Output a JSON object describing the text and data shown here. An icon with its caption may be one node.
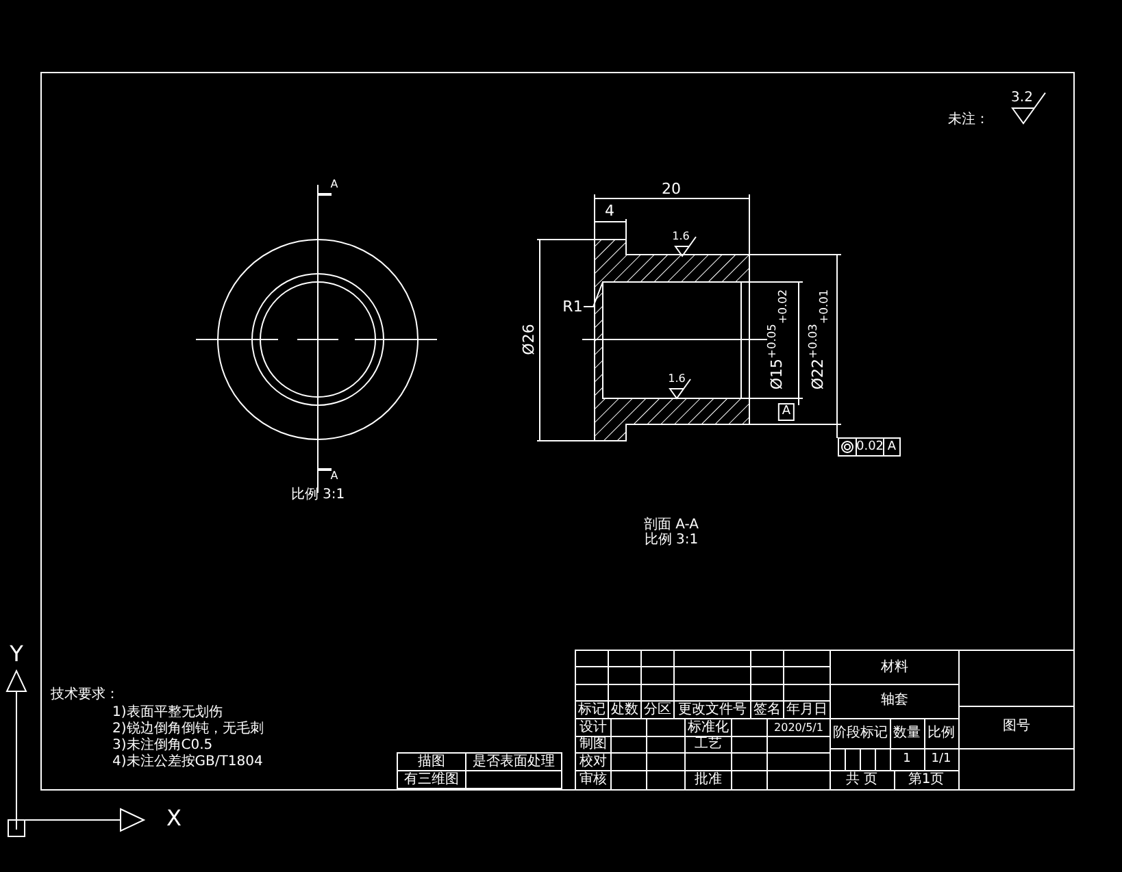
{
  "diagram": {
    "labels": [
      "未注：",
      "3.2",
      "A",
      "20",
      "4",
      "1.6",
      "R1",
      "Ø26",
      "Ø15$^{+0.05}$$_{+0.02}$",
      "Ø22$^{+0.03}$$_{+0.01}$",
      "1.6",
      "A",
      "0.02",
      "A",
      "A",
      "比例 3:1",
      "剖面 A-A",
      "比例 3:1",
      "技术要求：",
      "1)表面平整无划伤",
      "2)锐边倒角倒钝，无毛刺",
      "3)未注倒角C0.5",
      "4)未注公差按GB/T1804",
      "描图",
      "是否表面处理",
      "有三维图",
      "材料",
      "标记",
      "处数",
      "分区",
      "更改文件号",
      "签名",
      "年月日",
      "轴套",
      "设计",
      "标准化",
      "2020/5/1",
      "阶段标记",
      "数量",
      "比例",
      "图号",
      "制图",
      "工艺",
      "校对",
      "1",
      "1/1",
      "审核",
      "批准",
      "共 页",
      "第1页",
      "Y",
      "X"
    ]
  }
}
